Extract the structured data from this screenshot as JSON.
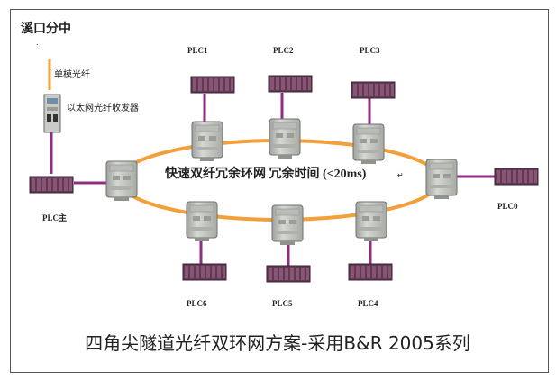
{
  "title": "溪口分中",
  "title_mark": ".",
  "legend": {
    "single_mode_fiber": "单模光纤",
    "transceiver": "以太网光纤收发器"
  },
  "ring_label": "快速双纤冗余环网 冗余时间 (<20ms)",
  "ring_label_mark": "↵",
  "plc_labels": {
    "plc_main": "PLC主",
    "plc0": "PLC0",
    "plc1": "PLC1",
    "plc2": "PLC2",
    "plc3": "PLC3",
    "plc4": "PLC4",
    "plc5": "PLC5",
    "plc6": "PLC6"
  },
  "caption": "四角尖隧道光纤双环网方案-采用B&R 2005系列",
  "colors": {
    "fiber": "#f3a03a",
    "cable": "#8e2d82",
    "rack": "#6a3a56",
    "switch": "#c7c9c5"
  }
}
